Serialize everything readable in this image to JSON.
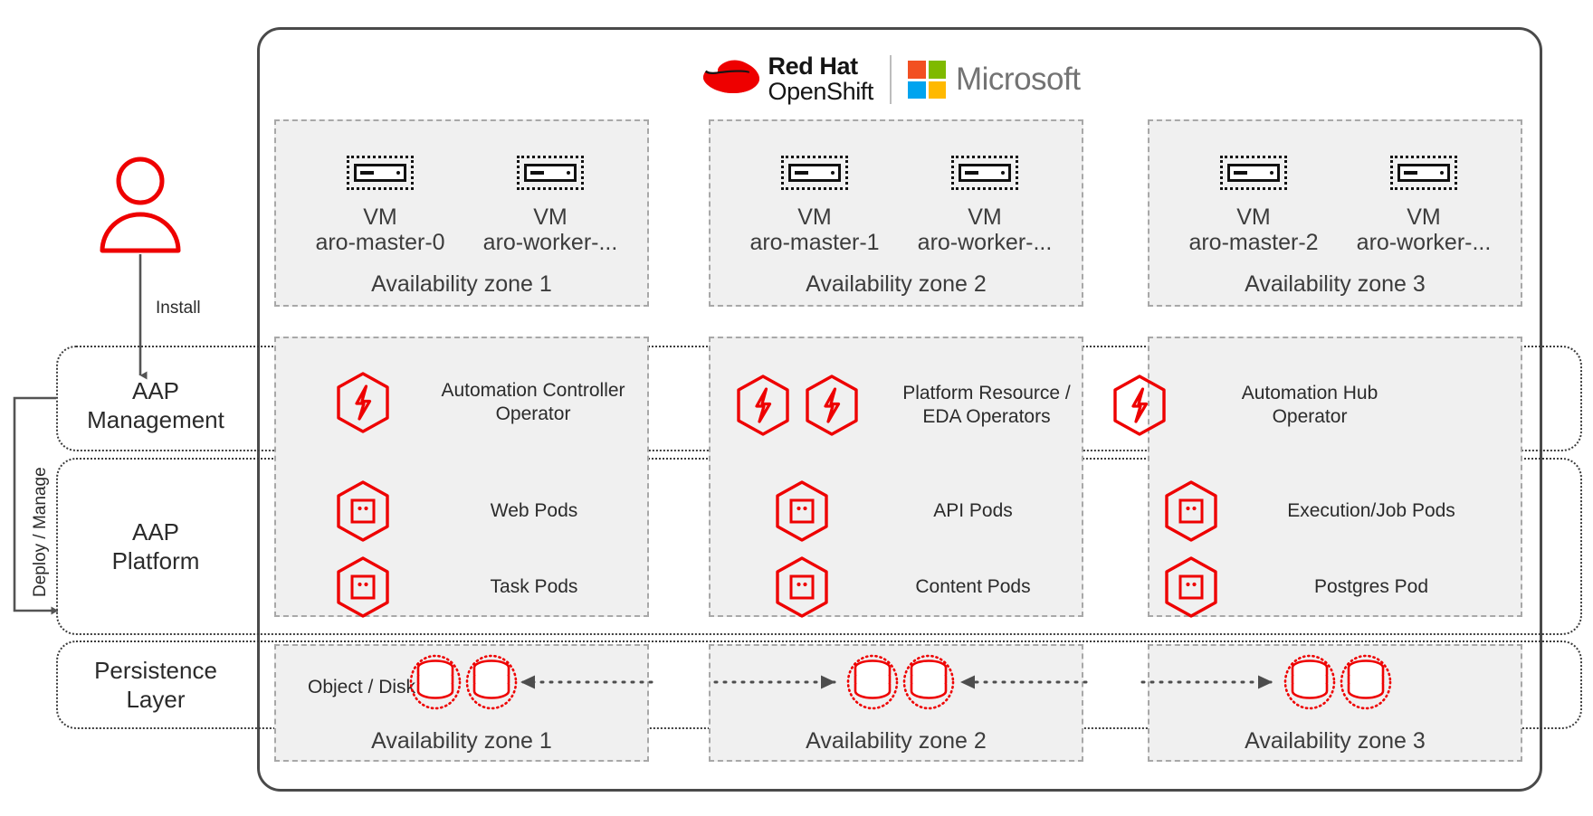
{
  "brand": {
    "redhat_line1": "Red Hat",
    "redhat_line2": "OpenShift",
    "microsoft": "Microsoft",
    "ms_colors": [
      "#f25022",
      "#7fba00",
      "#00a4ef",
      "#ffb900"
    ],
    "accent_red": "#ee0000",
    "fedora_red": "#e00"
  },
  "layers": [
    {
      "id": "aap-management",
      "label": "AAP\nManagement"
    },
    {
      "id": "aap-platform",
      "label": "AAP\nPlatform"
    },
    {
      "id": "persistence-layer",
      "label": "Persistence\nLayer"
    }
  ],
  "actor": {
    "icon": "person-icon",
    "install_label": "Install",
    "deploy_label": "Deploy / Manage"
  },
  "vm_zones": [
    {
      "caption": "Availability zone 1",
      "vms": [
        {
          "type": "VM",
          "name": "aro-master-0"
        },
        {
          "type": "VM",
          "name": "aro-worker-..."
        }
      ]
    },
    {
      "caption": "Availability zone 2",
      "vms": [
        {
          "type": "VM",
          "name": "aro-master-1"
        },
        {
          "type": "VM",
          "name": "aro-worker-..."
        }
      ]
    },
    {
      "caption": "Availability zone 3",
      "vms": [
        {
          "type": "VM",
          "name": "aro-master-2"
        },
        {
          "type": "VM",
          "name": "aro-worker-..."
        }
      ]
    }
  ],
  "operators": [
    {
      "count": 1,
      "label": "Automation Controller\nOperator"
    },
    {
      "count": 2,
      "label": "Platform Resource /\nEDA Operators"
    },
    {
      "count": 1,
      "label": "Automation Hub\nOperator"
    }
  ],
  "pods": [
    [
      {
        "label": "Web Pods"
      },
      {
        "label": "Task Pods"
      }
    ],
    [
      {
        "label": "API Pods"
      },
      {
        "label": "Content Pods"
      }
    ],
    [
      {
        "label": "Execution/Job Pods"
      },
      {
        "label": "Postgres Pod"
      }
    ]
  ],
  "persistence": {
    "object_disk_label": "Object / Disk",
    "disk_count_per_zone": 2,
    "zone_captions": [
      "Availability zone 1",
      "Availability zone 2",
      "Availability zone 3"
    ]
  }
}
